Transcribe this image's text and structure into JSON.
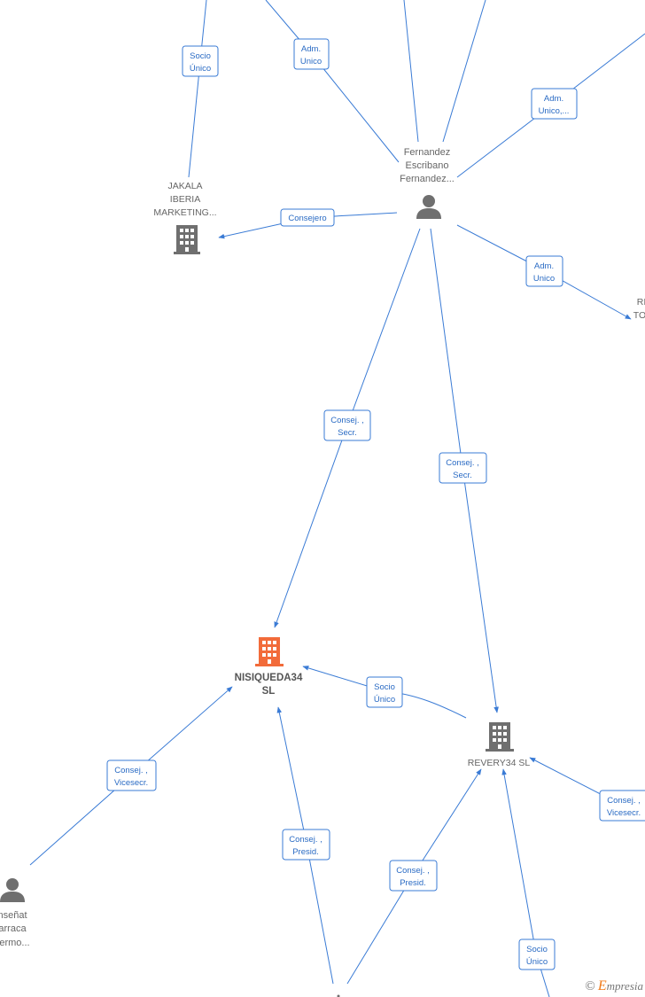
{
  "nodes": [
    {
      "id": "fernandez",
      "kind": "person",
      "lines": [
        "Fernandez",
        "Escribano",
        "Fernandez..."
      ]
    },
    {
      "id": "jakala",
      "kind": "company",
      "lines": [
        "JAKALA",
        "IBERIA",
        "MARKETING..."
      ]
    },
    {
      "id": "nisiqueda",
      "kind": "company-main",
      "lines": [
        "NISIQUEDA34",
        "SL"
      ]
    },
    {
      "id": "revery",
      "kind": "company",
      "lines": [
        "REVERY34  SL"
      ]
    },
    {
      "id": "bonet",
      "kind": "person",
      "lines": [
        "nseñat",
        "arraca",
        "llermo..."
      ]
    },
    {
      "id": "right-co",
      "kind": "company",
      "lines": [
        "RI",
        "TO"
      ]
    }
  ],
  "edges": [
    {
      "id": "e1",
      "label": [
        "Socio",
        "Único"
      ]
    },
    {
      "id": "e2",
      "label": [
        "Adm.",
        "Unico"
      ]
    },
    {
      "id": "e3",
      "label": [
        "Adm.",
        "Unico,..."
      ]
    },
    {
      "id": "e4",
      "label": [
        "Consejero"
      ]
    },
    {
      "id": "e5",
      "label": [
        "Adm.",
        "Unico"
      ]
    },
    {
      "id": "e6",
      "label": [
        "Consej. ,",
        "Secr."
      ]
    },
    {
      "id": "e7",
      "label": [
        "Consej. ,",
        "Secr."
      ]
    },
    {
      "id": "e8",
      "label": [
        "Socio",
        "Único"
      ]
    },
    {
      "id": "e9",
      "label": [
        "Consej. ,",
        "Vicesecr."
      ]
    },
    {
      "id": "e10",
      "label": [
        "Consej. ,",
        "Vicesecr."
      ]
    },
    {
      "id": "e11",
      "label": [
        "Consej. ,",
        "Presid."
      ]
    },
    {
      "id": "e12",
      "label": [
        "Consej. ,",
        "Presid."
      ]
    },
    {
      "id": "e13",
      "label": [
        "Socio",
        "Único"
      ]
    }
  ],
  "colors": {
    "edge": "#3a7bd5",
    "company": "#6f6f6f",
    "main_company": "#f26b3a",
    "person": "#6f6f6f"
  },
  "watermark": {
    "copyright": "©",
    "brand_initial": "E",
    "brand_rest": "mpresia"
  }
}
